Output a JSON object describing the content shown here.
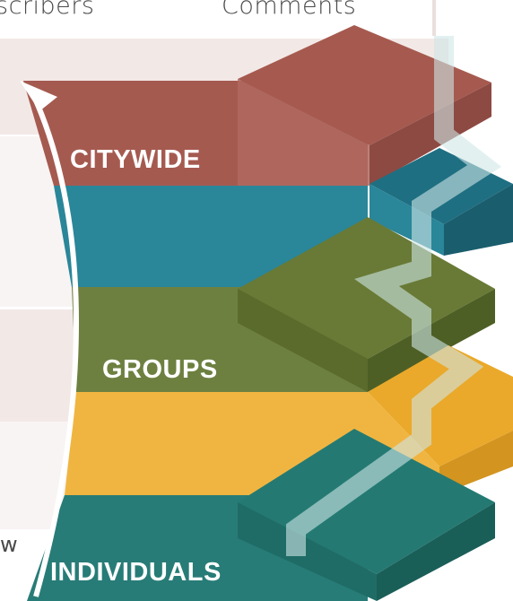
{
  "header": {
    "left_text": "oscribers",
    "right_text": "Comments"
  },
  "side": {
    "text": "w"
  },
  "levels": [
    {
      "label": "CITYWIDE",
      "color": "#a55a50"
    },
    {
      "label": "",
      "color": "#2a8699"
    },
    {
      "label": "GROUPS",
      "color": "#6e8040"
    },
    {
      "label": "",
      "color": "#f0b541"
    },
    {
      "label": "INDIVIDUALS",
      "color": "#277c77"
    }
  ],
  "colors": {
    "panel_bg": "#f2e9e7",
    "arrow": "#ffffff",
    "path": "#cfe6e6"
  }
}
